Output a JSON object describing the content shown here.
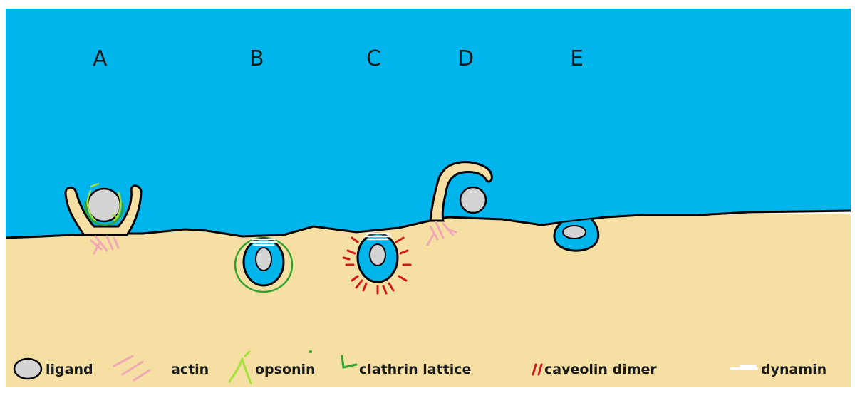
{
  "stages": [
    {
      "id": "A",
      "label": "A"
    },
    {
      "id": "B",
      "label": "B"
    },
    {
      "id": "C",
      "label": "C"
    },
    {
      "id": "D",
      "label": "D"
    },
    {
      "id": "E",
      "label": "E"
    }
  ],
  "legend": [
    {
      "key": "ligand",
      "label": "ligand"
    },
    {
      "key": "actin",
      "label": "actin"
    },
    {
      "key": "opsonin",
      "label": "opsonin"
    },
    {
      "key": "clathrin",
      "label": "clathrin lattice"
    },
    {
      "key": "caveolin",
      "label": "caveolin dimer"
    },
    {
      "key": "dynamin",
      "label": "dynamin"
    }
  ],
  "colors": {
    "extracellular": "#00b4ec",
    "cytoplasm": "#f5dfa2",
    "membrane": "#000000",
    "ligand": "#d4d4d4",
    "actin": "#f0a8b4",
    "opsonin": "#a6e03c",
    "clathrin": "#30a030",
    "caveolin": "#d01818",
    "dynamin": "#ffffff"
  }
}
